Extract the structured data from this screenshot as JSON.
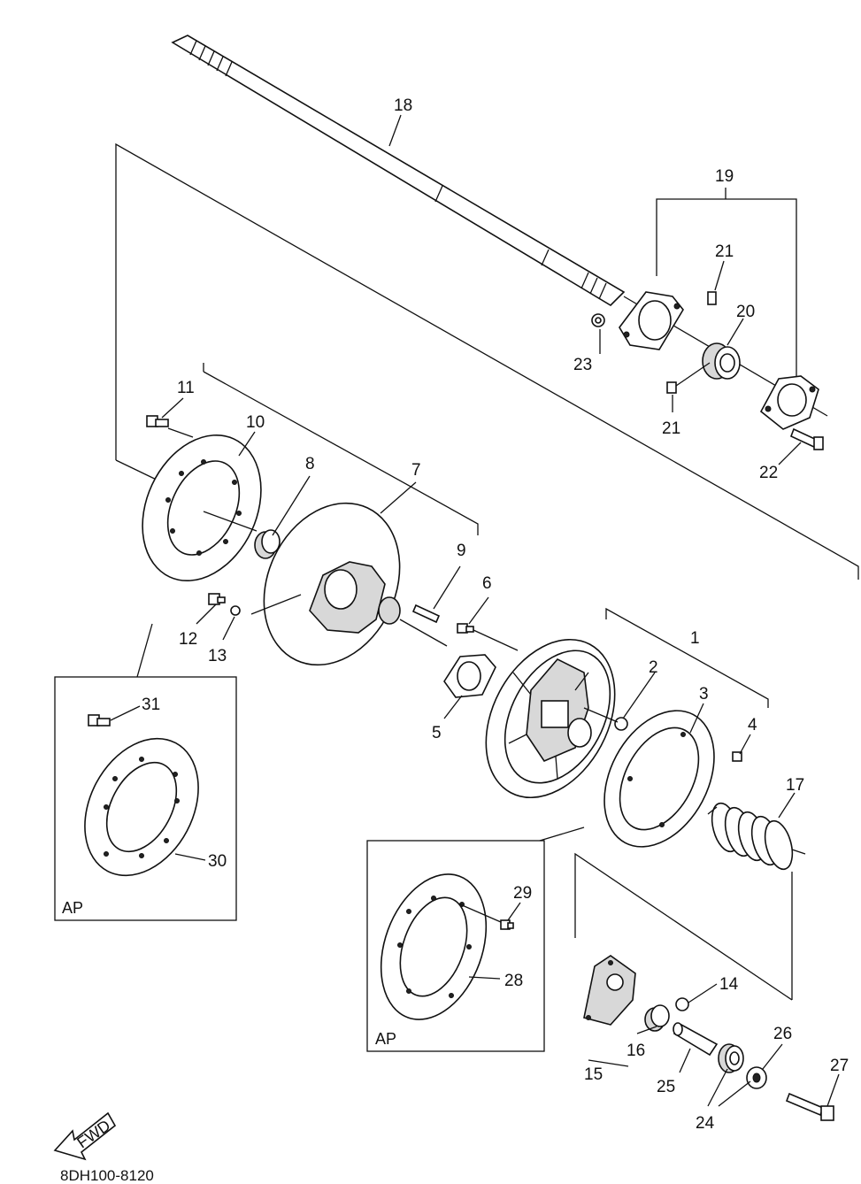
{
  "labels": {
    "p1": "1",
    "p2": "2",
    "p3": "3",
    "p4": "4",
    "p5": "5",
    "p6": "6",
    "p7": "7",
    "p8": "8",
    "p9": "9",
    "p10": "10",
    "p11": "11",
    "p12": "12",
    "p13": "13",
    "p14": "14",
    "p15": "15",
    "p16": "16",
    "p17": "17",
    "p18": "18",
    "p19": "19",
    "p20": "20",
    "p21a": "21",
    "p21b": "21",
    "p22": "22",
    "p23": "23",
    "p24": "24",
    "p25": "25",
    "p26": "26",
    "p27": "27",
    "p28": "28",
    "p29": "29",
    "p30": "30",
    "p31": "31"
  },
  "insets": {
    "left": "AP",
    "middle": "AP"
  },
  "fwd_arrow": "FWD",
  "catalog_code": "8DH100-8120"
}
